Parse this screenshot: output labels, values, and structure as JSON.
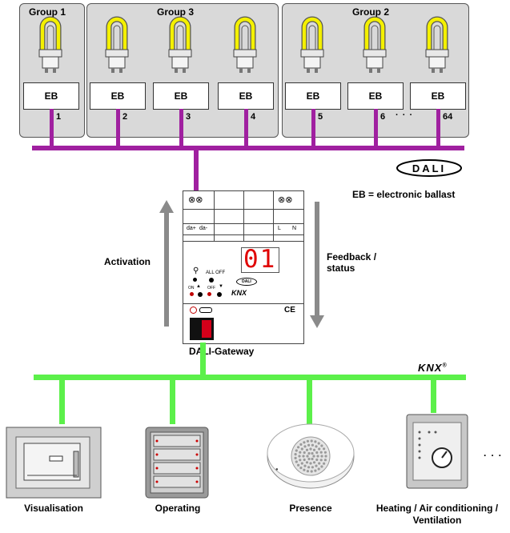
{
  "groups": [
    {
      "title": "Group 1"
    },
    {
      "title": "Group 3"
    },
    {
      "title": "Group 2"
    }
  ],
  "ballasts": [
    {
      "label": "EB",
      "address": "1"
    },
    {
      "label": "EB",
      "address": "2"
    },
    {
      "label": "EB",
      "address": "3"
    },
    {
      "label": "EB",
      "address": "4"
    },
    {
      "label": "EB",
      "address": "5"
    },
    {
      "label": "EB",
      "address": "6"
    },
    {
      "label": "EB",
      "address": "64"
    }
  ],
  "ellipsis_lamps": "· · ·",
  "dali_logo": "DALI",
  "eb_legend": "EB = electronic ballast",
  "activation_label": "Activation",
  "feedback_label": "Feedback /\nstatus",
  "gateway_label": "DALI-Gateway",
  "gateway_display": "01",
  "gateway_texts": {
    "da_plus": "da+",
    "da_minus": "da-",
    "l": "L",
    "n": "N",
    "all_off": "ALL OFF",
    "on": "ON",
    "off": "OFF",
    "dali_badge": "DALI",
    "knx_badge": "KNX",
    "ce": "CE"
  },
  "knx_logo": "KNX",
  "devices": [
    {
      "label": "Visualisation"
    },
    {
      "label": "Operating"
    },
    {
      "label": "Presence"
    },
    {
      "label": "Heating / Air conditioning / Ventilation"
    }
  ],
  "ellipsis_devices": "· · ·",
  "colors": {
    "dali_bus": "#a020a0",
    "knx_bus": "#5cf04a",
    "lamp_yellow": "#f4f000",
    "group_bg": "#d9d9d9",
    "arrow_gray": "#8a8a8a"
  }
}
